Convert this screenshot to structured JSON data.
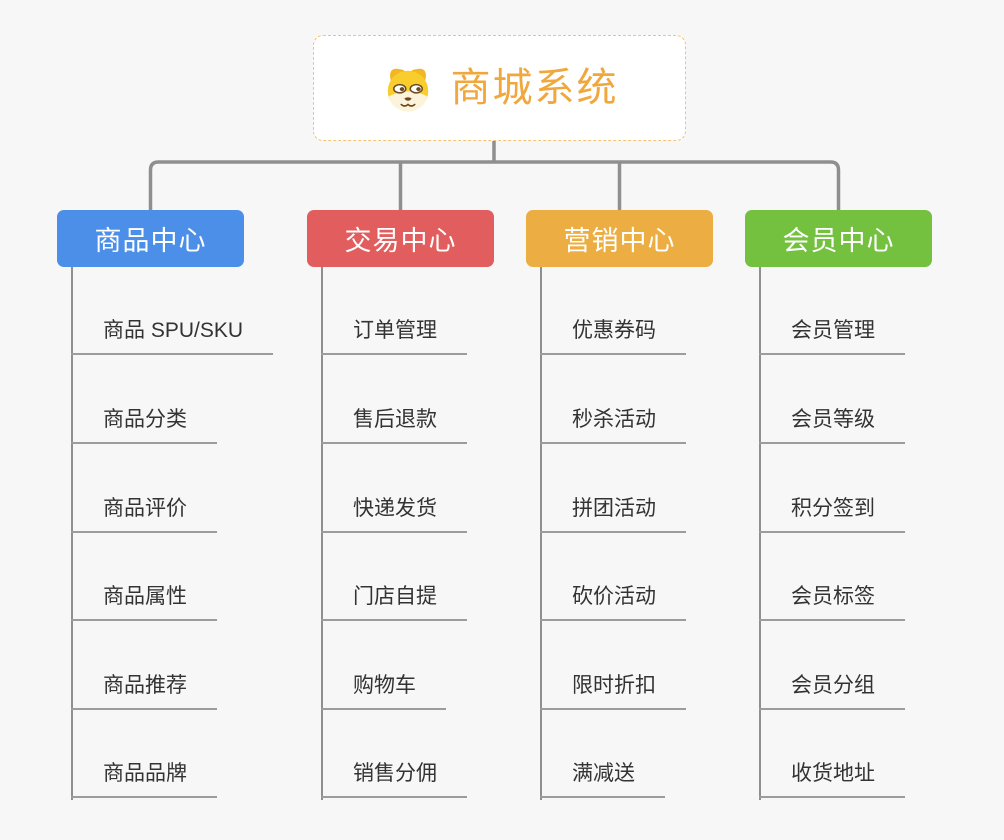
{
  "root": {
    "title": "商城系统",
    "icon": "dog-face-icon"
  },
  "branches": [
    {
      "label": "商品中心",
      "color": "#4b8fe9",
      "items": [
        "商品 SPU/SKU",
        "商品分类",
        "商品评价",
        "商品属性",
        "商品推荐",
        "商品品牌"
      ]
    },
    {
      "label": "交易中心",
      "color": "#e25d5d",
      "items": [
        "订单管理",
        "售后退款",
        "快递发货",
        "门店自提",
        "购物车",
        "销售分佣"
      ]
    },
    {
      "label": "营销中心",
      "color": "#ecae42",
      "items": [
        "优惠券码",
        "秒杀活动",
        "拼团活动",
        "砍价活动",
        "限时折扣",
        "满减送"
      ]
    },
    {
      "label": "会员中心",
      "color": "#74c03f",
      "items": [
        "会员管理",
        "会员等级",
        "积分签到",
        "会员标签",
        "会员分组",
        "收货地址"
      ]
    }
  ],
  "colors": {
    "background": "#f7f7f7",
    "connector": "#8f8f8f",
    "item_underline": "#9c9c9c",
    "item_text": "#333333",
    "root_border": "#f3c36f",
    "root_text": "#f0a73c"
  }
}
